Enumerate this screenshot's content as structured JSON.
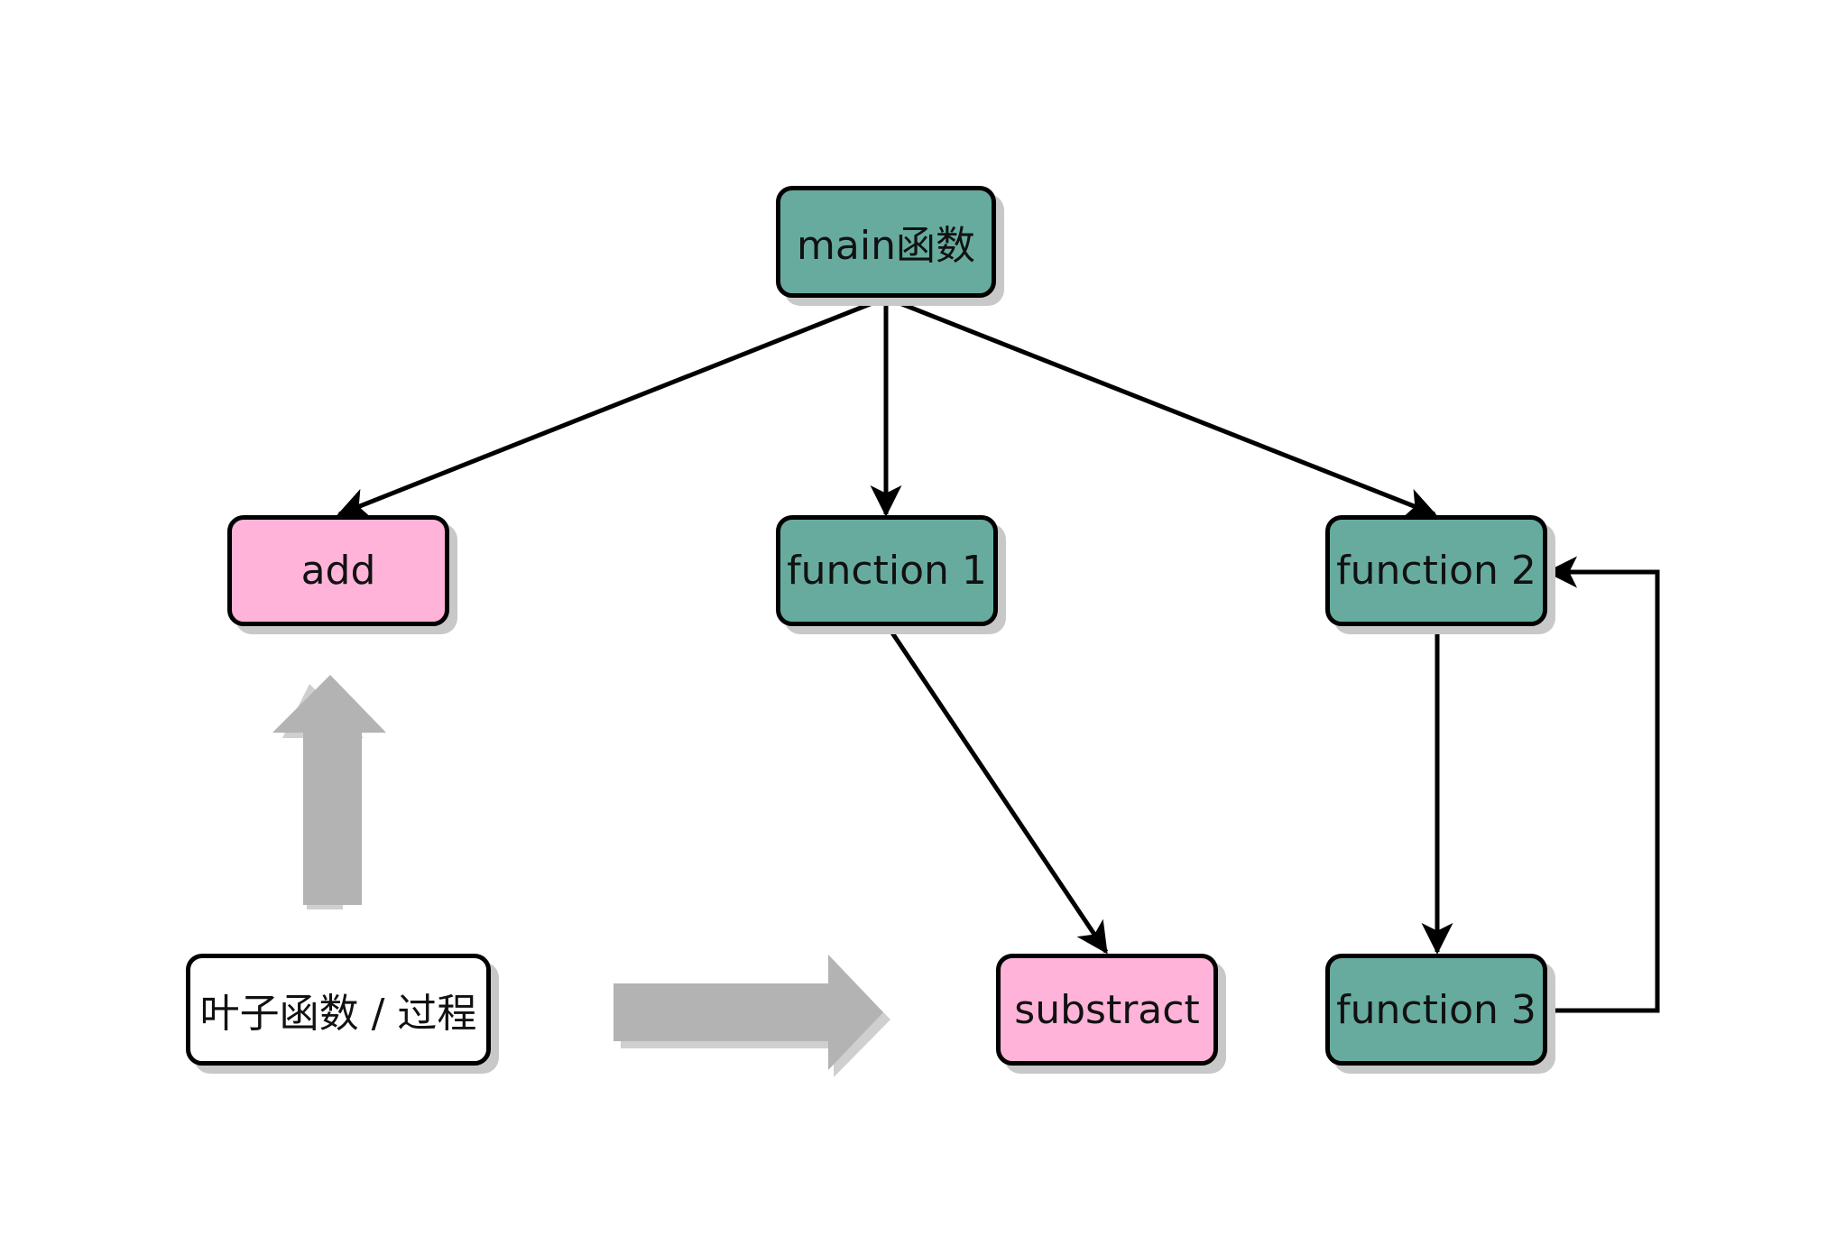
{
  "diagram": {
    "nodes": {
      "main": {
        "label": "main函数",
        "fill": "#67ab9f"
      },
      "add": {
        "label": "add",
        "fill": "#ffb3d9"
      },
      "function1": {
        "label": "function 1",
        "fill": "#67ab9f"
      },
      "function2": {
        "label": "function 2",
        "fill": "#67ab9f"
      },
      "substract": {
        "label": "substract",
        "fill": "#ffb3d9"
      },
      "function3": {
        "label": "function 3",
        "fill": "#67ab9f"
      },
      "legend_leaf": {
        "label": "叶子函数 / 过程",
        "fill": "#ffffff"
      }
    },
    "edges": [
      {
        "from": "main函数",
        "to": "add"
      },
      {
        "from": "main函数",
        "to": "function 1"
      },
      {
        "from": "main函数",
        "to": "function 2"
      },
      {
        "from": "function 1",
        "to": "substract"
      },
      {
        "from": "function 2",
        "to": "function 3"
      },
      {
        "from": "function 3",
        "to": "function 2"
      }
    ],
    "colors": {
      "stroke": "#000000",
      "shadow": "#c8c8c8",
      "hint_arrow": "#b3b3b3"
    }
  }
}
